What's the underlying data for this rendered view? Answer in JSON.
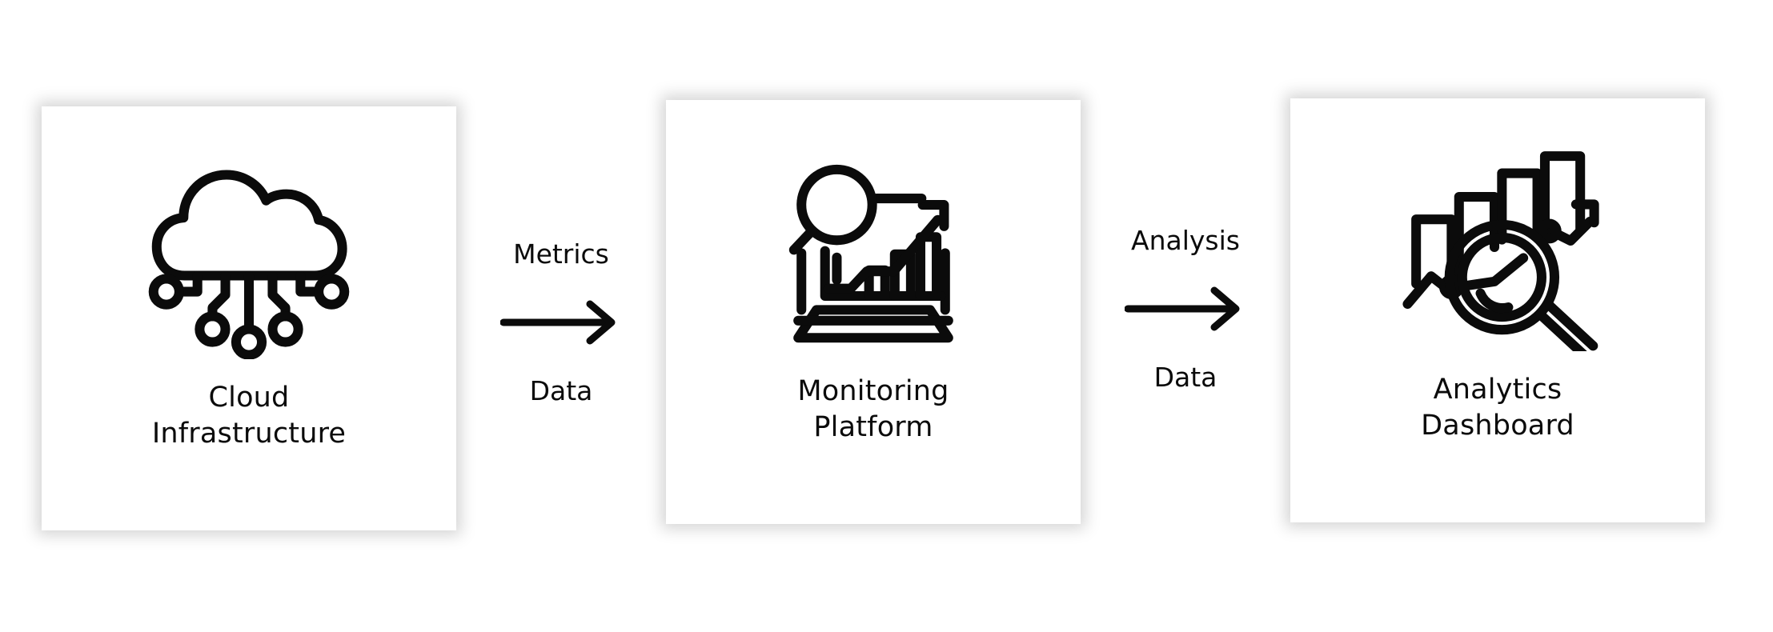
{
  "canvas": {
    "background_color": "#ffffff",
    "stroke_color": "#0b0b0b"
  },
  "nodes": [
    {
      "id": "cloud-infrastructure",
      "icon": "cloud-network-icon",
      "label": "Cloud\nInfrastructure",
      "line1": "Cloud",
      "line2": "Infrastructure"
    },
    {
      "id": "monitoring-platform",
      "icon": "laptop-chart-magnifier-icon",
      "label": "Monitoring\nPlatform",
      "line1": "Monitoring",
      "line2": "Platform"
    },
    {
      "id": "analytics-dashboard",
      "icon": "bar-chart-magnifier-icon",
      "label": "Analytics\nDashboard",
      "line1": "Analytics",
      "line2": "Dashboard"
    }
  ],
  "connectors": [
    {
      "id": "cloud-to-monitoring",
      "top_label": "Metrics",
      "bottom_label": "Data",
      "icon": "arrow-right-icon"
    },
    {
      "id": "monitoring-to-analytics",
      "top_label": "Analysis",
      "bottom_label": "Data",
      "icon": "arrow-right-icon"
    }
  ]
}
